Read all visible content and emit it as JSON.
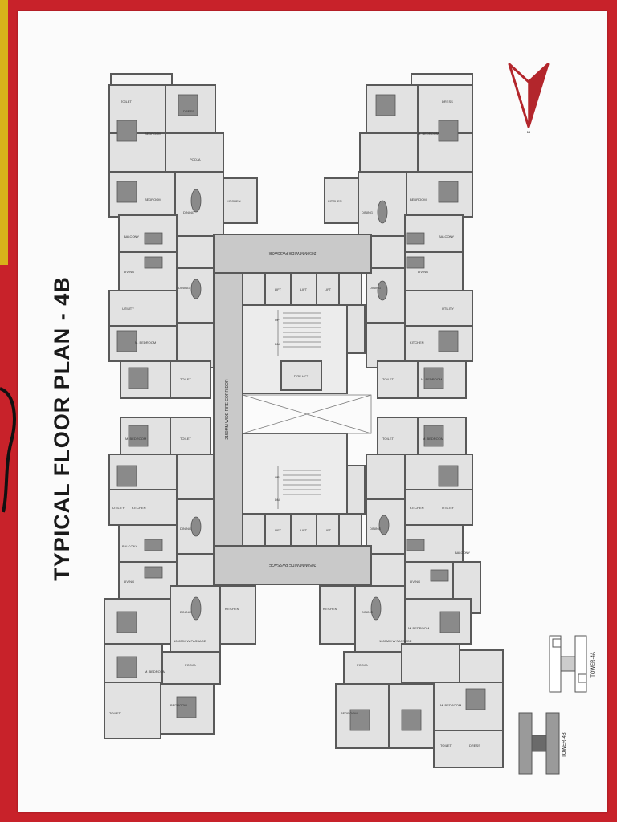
{
  "title": "TYPICAL FLOOR PLAN - 4B",
  "north_label": "N",
  "colors": {
    "border": "#c8222a",
    "wall": "#595959",
    "room": "#e2e2e2",
    "corridor": "#c9c9c9",
    "accent": "#b3262c"
  },
  "core": {
    "top_passage": "2050MM WIDE PASSAGE",
    "bottom_passage": "2050MM WIDE PASSAGE",
    "corridor": "2150MM WIDE FIRE CORRIDOR",
    "fire_lift": "FIRE LIFT",
    "lift": "LIFT",
    "up": "UP",
    "dn": "DN"
  },
  "rooms": {
    "bedroom": "BEDROOM",
    "m_bedroom": "M. BEDROOM",
    "living": "LIVING",
    "dining": "DINING",
    "kitchen": "KITCHEN",
    "toilet": "TOILET",
    "balcony": "BALCONY",
    "utility": "UTILITY",
    "dress": "DRESS",
    "pooja": "POOJA",
    "passage": "1000MM W PASSAGE"
  },
  "key_plan": {
    "tower_a": "TOWER-4A",
    "tower_b": "TOWER-4B"
  }
}
